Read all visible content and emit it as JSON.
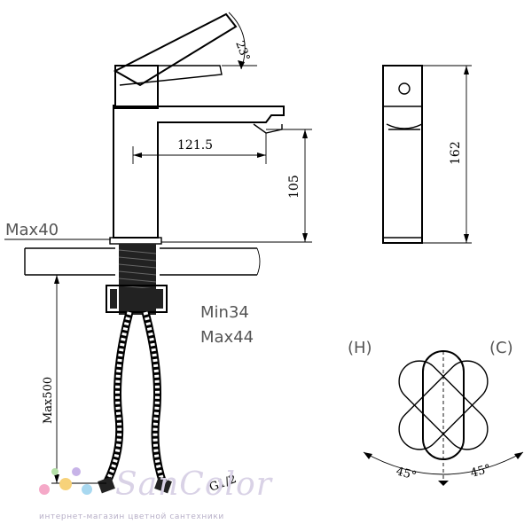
{
  "drawing": {
    "dimensions": {
      "angle_top": "23°",
      "spout_reach": "121.5",
      "spout_height": "105",
      "total_height": "162",
      "hose_length": "Max500",
      "hose_thread": "G1/2"
    },
    "mounting": {
      "max_deck": "Max40",
      "min_hole": "Min34",
      "max_hole": "Max44"
    },
    "handle_positions": {
      "hot_label": "(H)",
      "cold_label": "(C)",
      "hot_angle": "45°",
      "cold_angle": "45°"
    }
  },
  "watermark": {
    "brand": "SanColor",
    "tagline": "интернет-магазин цветной сантехники",
    "dot_colors": [
      "#f5a9c8",
      "#f7d27a",
      "#a8d8f0",
      "#c7b3e8",
      "#b5e0a8"
    ]
  }
}
